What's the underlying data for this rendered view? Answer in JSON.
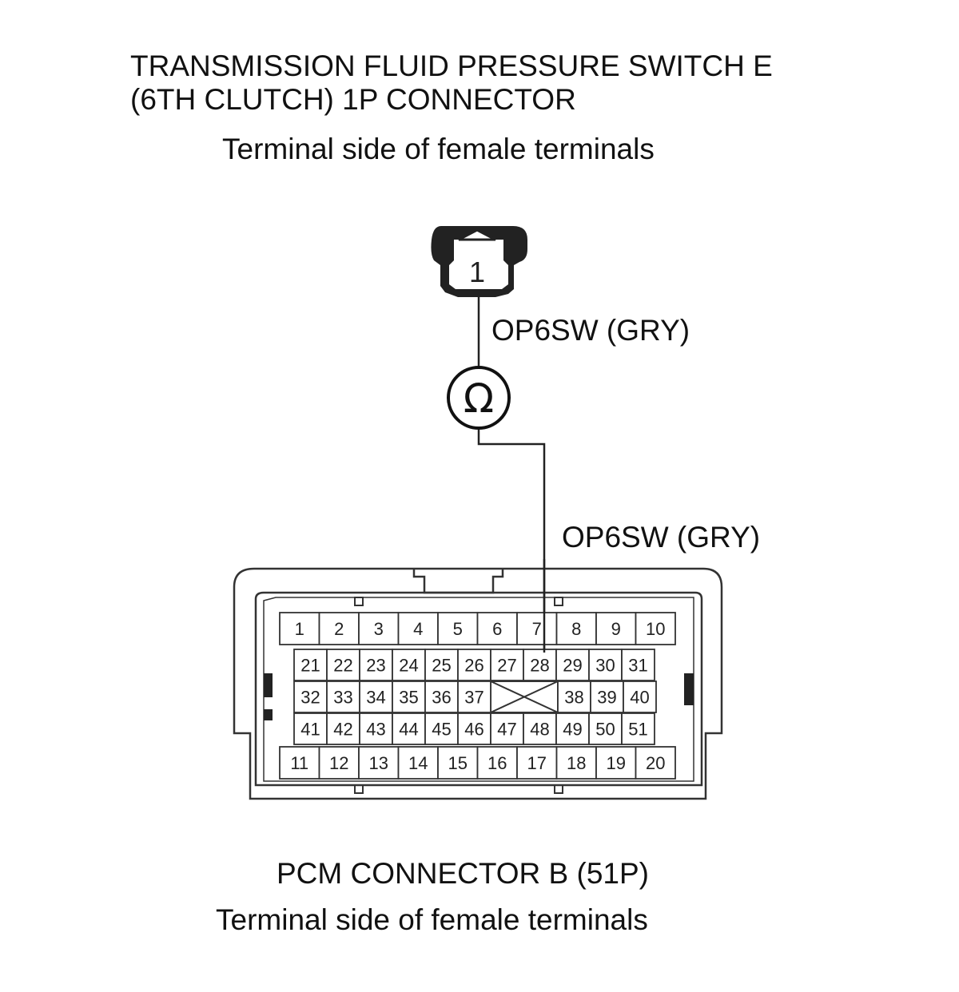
{
  "header": {
    "title_line1": "TRANSMISSION FLUID PRESSURE SWITCH E",
    "title_line2": "(6TH CLUTCH) 1P CONNECTOR",
    "subtitle": "Terminal side of female terminals"
  },
  "switch_connector": {
    "terminal_label": "1"
  },
  "meter": {
    "symbol": "Ω"
  },
  "wires": {
    "upper_label": "OP6SW (GRY)",
    "lower_label": "OP6SW (GRY)"
  },
  "pcm_connector": {
    "title": "PCM CONNECTOR B (51P)",
    "subtitle": "Terminal side of female terminals",
    "row1": [
      "1",
      "2",
      "3",
      "4",
      "5",
      "6",
      "7",
      "8",
      "9",
      "10"
    ],
    "row2": [
      "21",
      "22",
      "23",
      "24",
      "25",
      "26",
      "27",
      "28",
      "29",
      "30",
      "31"
    ],
    "row3_left": [
      "32",
      "33",
      "34",
      "35",
      "36",
      "37"
    ],
    "row3_right": [
      "38",
      "39",
      "40"
    ],
    "row4": [
      "41",
      "42",
      "43",
      "44",
      "45",
      "46",
      "47",
      "48",
      "49",
      "50",
      "51"
    ],
    "row5": [
      "11",
      "12",
      "13",
      "14",
      "15",
      "16",
      "17",
      "18",
      "19",
      "20"
    ]
  }
}
